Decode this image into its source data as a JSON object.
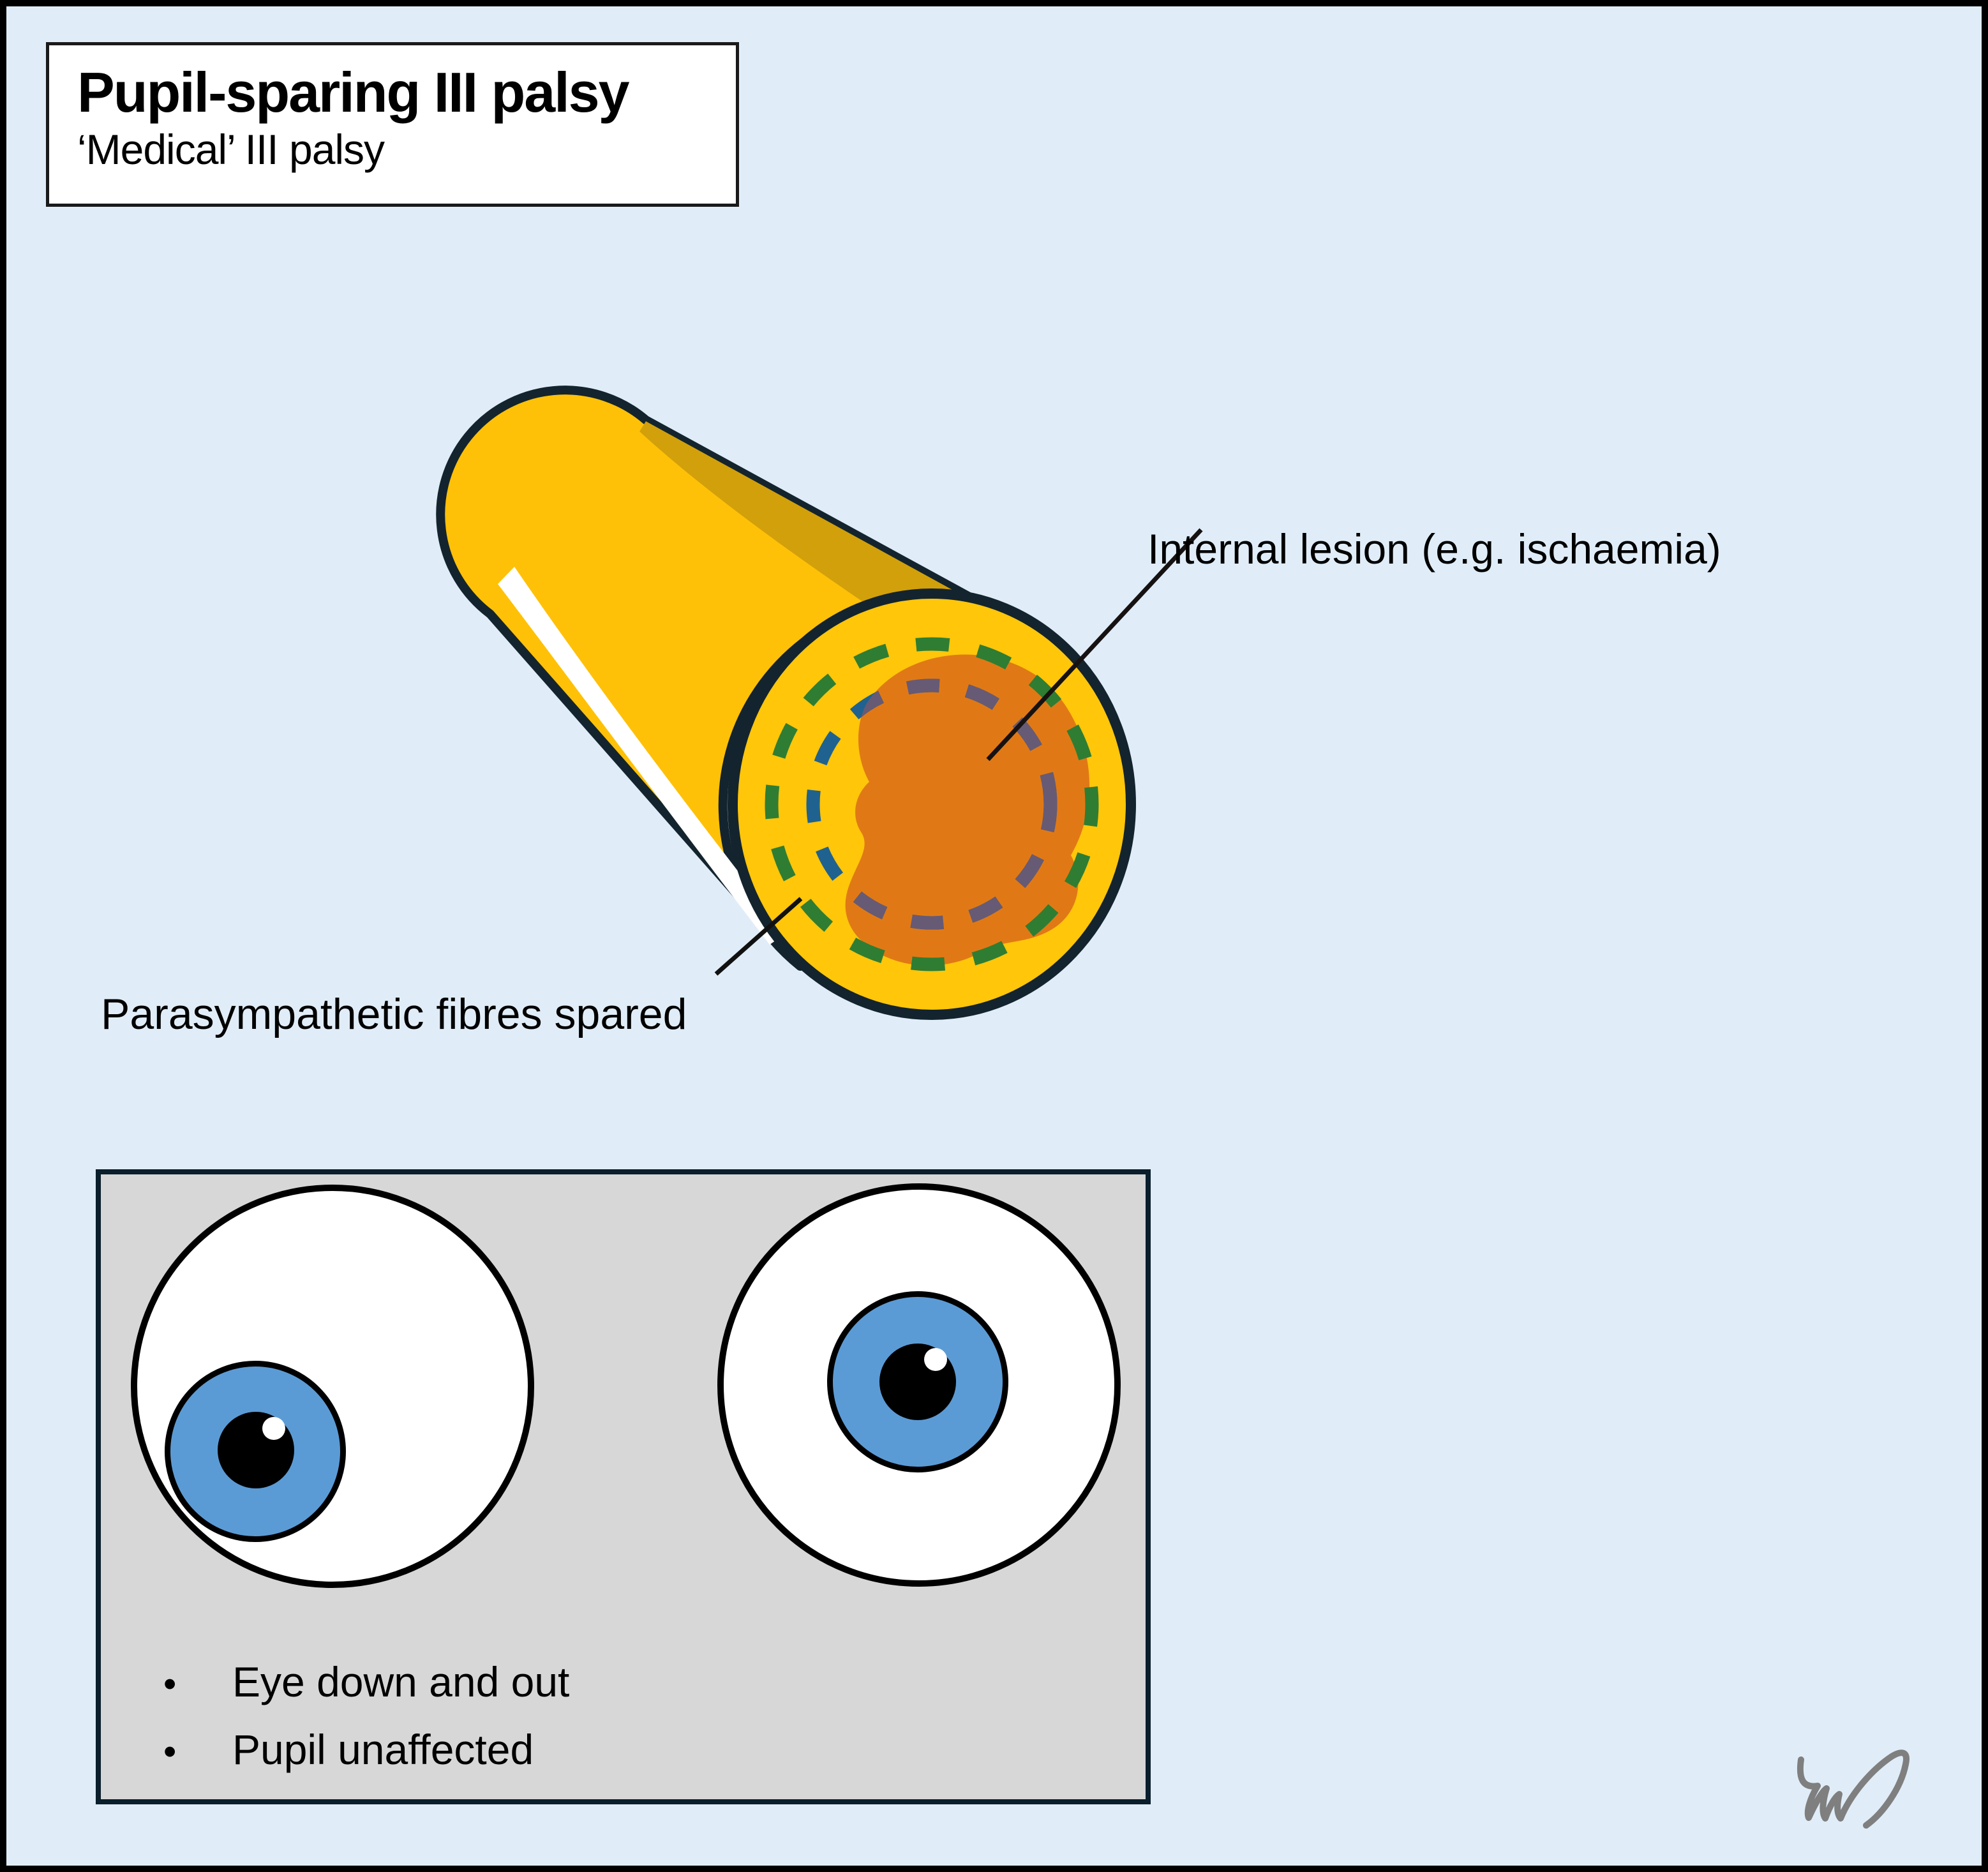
{
  "title_box": {
    "title": "Pupil-sparing III palsy",
    "subtitle": "‘Medical’ III palsy"
  },
  "labels": {
    "internal_lesion": "Internal lesion (e.g. ischaemia)",
    "parasympathetic": "Parasympathetic fibres spared"
  },
  "findings_panel": {
    "bullet_char": "•",
    "bullets": [
      "Eye down and out",
      "Pupil unaffected"
    ]
  },
  "diagram": {
    "nerve_cross_section": {
      "description": "Oculomotor nerve cylinder with cross-section face",
      "lesion": "internal ischaemic lesion (orange core)",
      "outer_dashed_ring": "parasympathetic fibres (spared, green)",
      "inner_dashed_ring": "motor fibres (blue, purple where overlying lesion)"
    },
    "eyes": {
      "left_eye": "eye deviated down and out",
      "right_eye": "normal eye, pupil unaffected"
    },
    "signature": "artist monogram scribble"
  },
  "colors": {
    "background": "#E0EDF8",
    "frame_border": "#000000",
    "nerve_body_yellow": "#FFC107",
    "nerve_face_yellow": "#FFC60A",
    "nerve_shading": "#D2A00A",
    "nerve_outline": "#14242E",
    "lesion_orange": "#E07915",
    "green_dash": "#2F7D32",
    "blue_dash": "#1F6290",
    "purple_dash": "#675A74",
    "panel_gray": "#D7D7D7",
    "panel_border": "#0A1E2B",
    "iris_blue": "#5B9BD5",
    "signature_gray": "#7F7F7F"
  }
}
